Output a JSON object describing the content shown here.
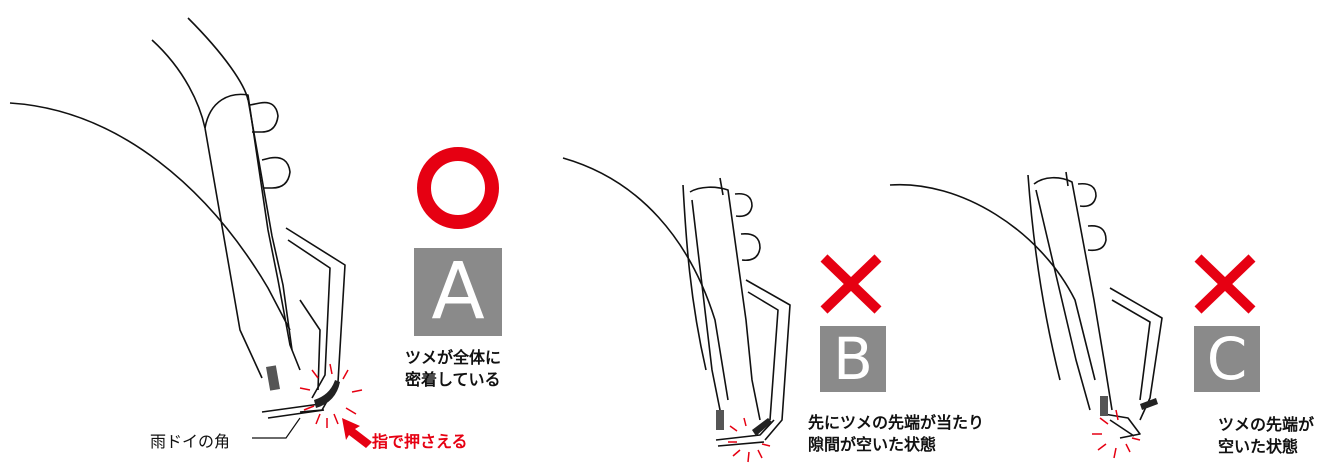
{
  "panels": [
    {
      "id": "A",
      "badge": "A",
      "mark": "circle",
      "caption_lines": [
        "ツメが全体に",
        "密着している"
      ]
    },
    {
      "id": "B",
      "badge": "B",
      "mark": "cross",
      "caption_lines": [
        "先にツメの先端が当たり",
        "隙間が空いた状態"
      ]
    },
    {
      "id": "C",
      "badge": "C",
      "mark": "cross",
      "caption_lines": [
        "ツメの先端が",
        "空いた状態"
      ]
    }
  ],
  "callouts": {
    "gutter_corner": "雨ドイの角",
    "press_with_finger": "指で押さえる"
  },
  "colors": {
    "ok_mark": "#e60012",
    "ng_mark": "#e60012",
    "badge_bg": "#8a8a8a",
    "press_arrow": "#e60012",
    "press_text": "#e60012",
    "line": "#111111"
  }
}
